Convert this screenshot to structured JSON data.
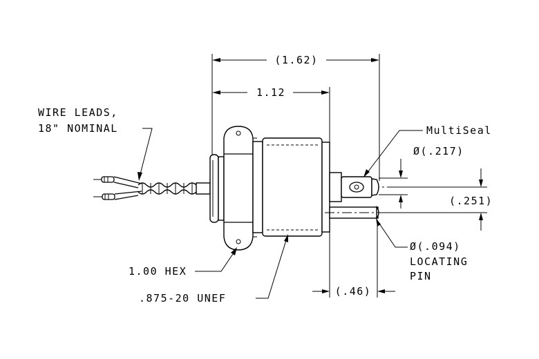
{
  "labels": {
    "dim_overall": "(1.62)",
    "dim_body": "1.12",
    "wire_leads_line1": "WIRE LEADS,",
    "wire_leads_line2": "18\" NOMINAL",
    "multiseal": "MultiSeal",
    "dia_217": "Ø(.217)",
    "dim_251": "(.251)",
    "dia_094": "Ø(.094)",
    "locating": "LOCATING",
    "pin": "PIN",
    "hex": "1.00 HEX",
    "thread": ".875-20 UNEF",
    "dim_46": "(.46)"
  }
}
